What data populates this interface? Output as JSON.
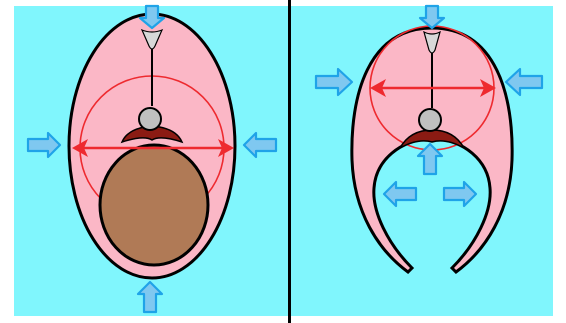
{
  "colors": {
    "background_water": "#80f6fd",
    "tissue_pink": "#fbb7c6",
    "outline_black": "#000000",
    "ring_red": "#ee2a2f",
    "arrow_fill": "#7fc8f0",
    "arrow_stroke": "#1fa3e8",
    "notochord_grey": "#c0c0c0",
    "yolk_brown": "#b07a56",
    "dark_red_tissue": "#8b1b13",
    "divider": "#000000",
    "frame_white": "#ffffff"
  },
  "icons": {
    "compression_arrow": "arrow-icon",
    "expansion_arrow": "double-arrow-icon"
  },
  "panels": [
    {
      "id": "left",
      "arrows": [
        "down",
        "right",
        "left",
        "up"
      ]
    },
    {
      "id": "right",
      "arrows": [
        "down",
        "right",
        "left",
        "up",
        "left",
        "right"
      ]
    }
  ]
}
